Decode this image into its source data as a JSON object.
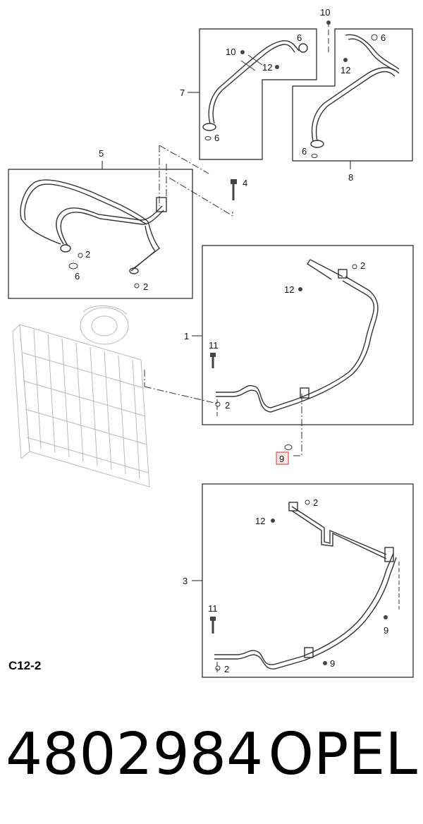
{
  "diagram": {
    "group_labels": [
      "1",
      "3",
      "5",
      "7",
      "8"
    ],
    "callouts": {
      "top_10": "10",
      "box7_10": "10",
      "box7_6": "6",
      "box7_12": "12",
      "box7_6b": "6",
      "box8_6": "6",
      "box8_12": "12",
      "box8_6b": "6",
      "bolt_4": "4",
      "box5_2a": "2",
      "box5_6": "6",
      "box5_2b": "2",
      "box1_2a": "2",
      "box1_12": "12",
      "box1_11": "11",
      "box1_2b": "2",
      "washer_9": "9",
      "box3_2a": "2",
      "box3_12": "12",
      "box3_11": "11",
      "box3_9a": "9",
      "box3_9b": "9",
      "box3_2b": "2"
    },
    "section_code": "C12-2"
  },
  "footer": {
    "part_number": "4802984",
    "brand": "OPEL"
  },
  "colors": {
    "line": "#222222",
    "highlight": "#e05a5a",
    "condenser": "#b9b9b9"
  }
}
